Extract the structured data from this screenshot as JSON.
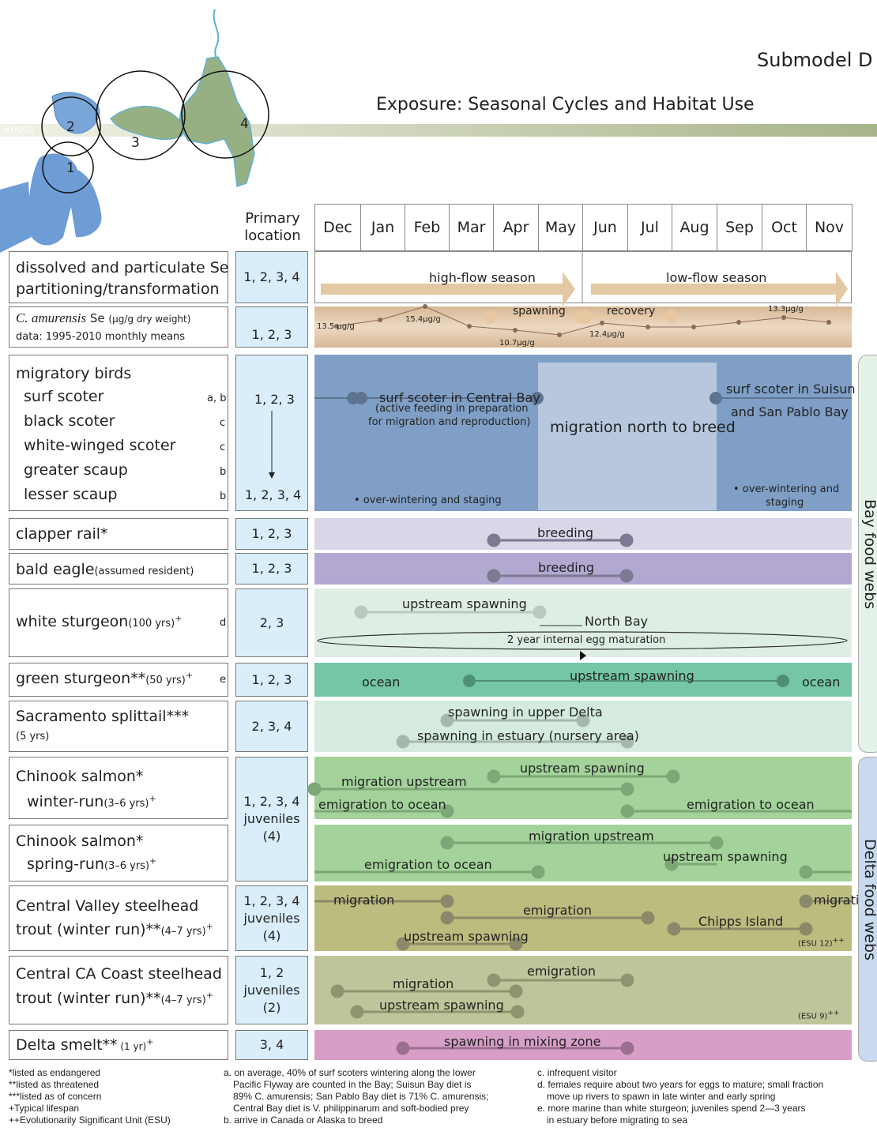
{
  "header": {
    "title": "Submodel D",
    "subtitle": "Exposure: Seasonal Cycles and Habitat Use",
    "usgs_logo": "≡USGS",
    "map_regions": [
      "1",
      "2",
      "3",
      "4"
    ]
  },
  "columns": {
    "primary_location_header": "Primary location",
    "months": [
      "Dec",
      "Jan",
      "Feb",
      "Mar",
      "Apr",
      "May",
      "Jun",
      "Jul",
      "Aug",
      "Sep",
      "Oct",
      "Nov"
    ]
  },
  "rows": {
    "flow": {
      "label_line1": "dissolved and particulate Se",
      "label_line2": "partitioning/transformation",
      "location": "1, 2, 3, 4",
      "high_flow": "high-flow season",
      "low_flow": "low-flow season"
    },
    "amurensis": {
      "species": "C. amurensis",
      "label_rest": " Se ",
      "units": "(µg/g dry weight)",
      "label_line2": "data: 1995-2010 monthly means",
      "location": "1, 2, 3",
      "spawning": "spawning",
      "recovery": "recovery",
      "values": {
        "dec": "13.5 µg/g",
        "feb": "15.4µg/g",
        "apr": "10.7µg/g",
        "jun": "12.4µg/g",
        "oct": "13.3µg/g"
      }
    },
    "birds": {
      "group": "migratory birds",
      "species": [
        {
          "name": "surf scoter",
          "note": "a, b"
        },
        {
          "name": "black scoter",
          "note": "c"
        },
        {
          "name": "white-winged scoter",
          "note": "c"
        },
        {
          "name": "greater scaup",
          "note": "b"
        },
        {
          "name": "lesser scaup",
          "note": "b"
        }
      ],
      "location_top": "1, 2, 3",
      "location_bottom": "1, 2, 3, 4",
      "central_bay": "surf scoter in Central Bay",
      "active_feeding_1": "(active feeding in preparation",
      "active_feeding_2": "for migration and reproduction)",
      "migration_north": "migration north to breed",
      "suisun_1": "surf scoter in Suisun",
      "suisun_2": "and San Pablo Bay",
      "overwinter_left": "• over-wintering and staging",
      "overwinter_right_1": "• over-wintering and",
      "overwinter_right_2": "staging"
    },
    "clapper": {
      "label": "clapper rail*",
      "location": "1, 2, 3",
      "event": "breeding"
    },
    "eagle": {
      "label": "bald eagle",
      "label_note": "(assumed resident)",
      "location": "1, 2, 3",
      "event": "breeding"
    },
    "white_sturgeon": {
      "label": "white sturgeon",
      "lifespan": "(100 yrs)",
      "plus": "+",
      "note": "d",
      "location": "2, 3",
      "upstream": "upstream spawning",
      "north_bay": "North Bay",
      "maturation": "2 year internal egg maturation"
    },
    "green_sturgeon": {
      "label": "green sturgeon**",
      "lifespan": "(50 yrs)",
      "plus": "+",
      "note": "e",
      "location": "1, 2, 3",
      "ocean_left": "ocean",
      "upstream": "upstream spawning",
      "ocean_right": "ocean"
    },
    "splittail": {
      "label": "Sacramento splittail***",
      "lifespan": "(5 yrs)",
      "location": "2, 3, 4",
      "upper_delta": "spawning in upper Delta",
      "estuary": "spawning in estuary (nursery area)"
    },
    "chinook_winter": {
      "label_line1": "Chinook salmon*",
      "label_line2": "winter-run",
      "lifespan": "(3–6 yrs)",
      "plus": "+",
      "upstream_spawning": "upstream spawning",
      "migration_upstream": "migration upstream",
      "emig_left": "emigration to ocean",
      "emig_right": "emigration to ocean"
    },
    "chinook_location": {
      "location": "1, 2, 3, 4",
      "juveniles": "juveniles (4)"
    },
    "chinook_spring": {
      "label_line1": "Chinook salmon*",
      "label_line2": "spring-run",
      "lifespan": "(3–6 yrs)",
      "plus": "+",
      "migration_upstream": "migration upstream",
      "upstream_spawning": "upstream spawning",
      "emigration": "emigration to ocean"
    },
    "cv_steelhead": {
      "label_line1": "Central Valley steelhead",
      "label_line2": "trout (winter run)**",
      "lifespan": "(4–7 yrs)",
      "plus": "+",
      "location": "1, 2, 3, 4",
      "juveniles": "juveniles (4)",
      "migration_left": "migration",
      "emigration": "emigration",
      "migration_right": "migration",
      "chipps": "Chipps Island",
      "upstream": "upstream spawning",
      "esu": "(ESU 12)",
      "esu_plus": "++"
    },
    "cc_steelhead": {
      "label_line1": "Central CA Coast steelhead",
      "label_line2": "trout (winter run)**",
      "lifespan": "(4–7 yrs)",
      "plus": "+",
      "location": "1, 2",
      "juveniles": "juveniles (2)",
      "emigration": "emigration",
      "migration": "migration",
      "upstream": "upstream spawning",
      "esu": "(ESU 9)",
      "esu_plus": "++"
    },
    "smelt": {
      "label": "Delta smelt**",
      "lifespan": " (1 yr)",
      "plus": "+",
      "location": "3, 4",
      "event": "spawning in mixing zone"
    }
  },
  "sidebars": {
    "bay": "Bay food webs",
    "delta": "Delta food webs"
  },
  "footnotes": {
    "legend": [
      "*listed as endangered",
      "**listed as threatened",
      "***listed as of concern",
      "+Typical lifespan",
      "++Evolutionarily Significant Unit (ESU)"
    ],
    "notes_ab": [
      "a. on average, 40% of surf scoters wintering along the lower",
      "Pacific Flyway are counted in the Bay; Suisun Bay diet is",
      "89% C. amurensis; San Pablo Bay diet is 71% C. amurensis;",
      "Central Bay diet is V. philippinarum and soft-bodied prey",
      "b. arrive in Canada or Alaska to breed"
    ],
    "notes_cde": [
      "c. infrequent visitor",
      "d. females require about two years for eggs to mature; small fraction",
      "move up rivers to spawn in late winter and early spring",
      "e. more marine than white sturgeon; juveniles spend 2—3 years",
      "in estuary before migrating to sea"
    ]
  },
  "colors": {
    "flow_arrow": "#e3c9a3",
    "amurensis_band": "#d7b896",
    "birds_band": "#7f9fc6",
    "birds_migration": "#b7c8de",
    "clapper_band": "#d9d6e8",
    "eagle_band": "#b2a8d2",
    "white_sturgeon_band": "#dfeee4",
    "green_sturgeon_band": "#74c6a6",
    "splittail_band": "#d5ebe0",
    "chinook_band": "#a3d29b",
    "cv_steelhead_band": "#bdbc7f",
    "cc_steelhead_band": "#bec59a",
    "smelt_band": "#d79fc8",
    "location_cell": "#d9eefa"
  }
}
